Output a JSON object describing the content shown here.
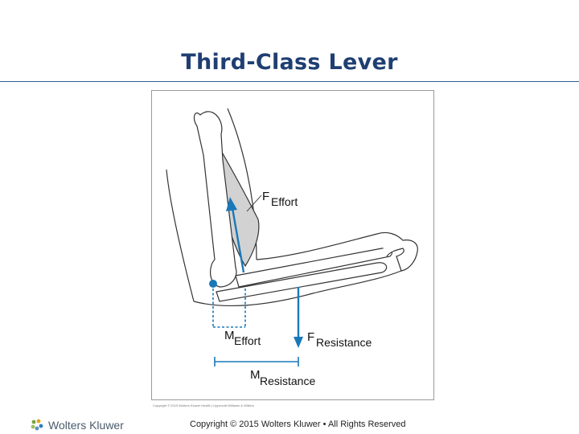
{
  "slide": {
    "title": "Third-Class Lever"
  },
  "figure": {
    "labels": {
      "f_effort_main": "F",
      "f_effort_sub": "Effort",
      "f_resistance_main": "F",
      "f_resistance_sub": "Resistance",
      "m_effort_main": "M",
      "m_effort_sub": "Effort",
      "m_resistance_main": "M",
      "m_resistance_sub": "Resistance"
    },
    "copyright_note": "Copyright © 2015 Wolters Kluwer Health | Lippincott Williams & Wilkins",
    "colors": {
      "arrow": "#1a78b8",
      "muscle_fill": "#d2d2d2",
      "outline": "#333333"
    }
  },
  "footer": {
    "logo_text": "Wolters Kluwer",
    "copyright": "Copyright © 2015 Wolters Kluwer • All Rights Reserved"
  }
}
